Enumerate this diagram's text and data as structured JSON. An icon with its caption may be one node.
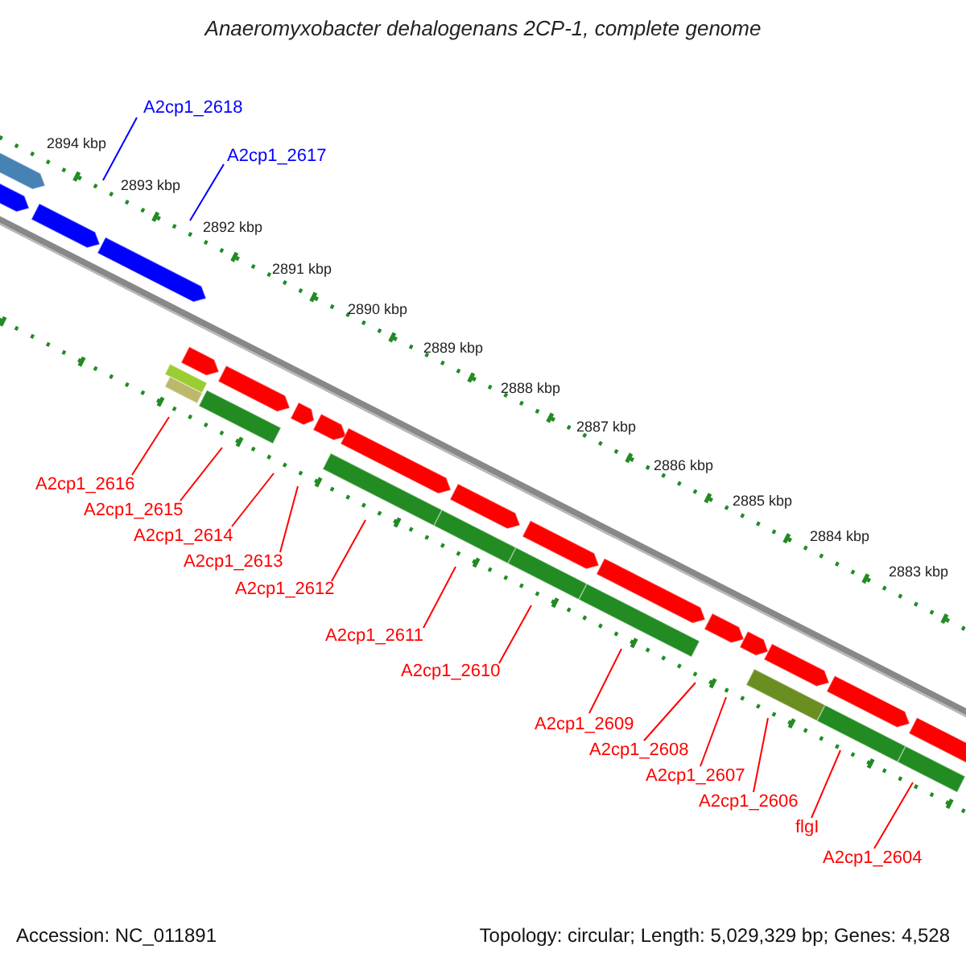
{
  "diagram": {
    "title": "Anaeromyxobacter dehalogenans 2CP-1, complete genome",
    "nodes": [
      {
        "text": [
          "A2cp1_2618"
        ]
      },
      {
        "text": [
          "A2cp1_2617"
        ]
      },
      {
        "text": [
          "A2cp1_2616"
        ]
      },
      {
        "text": [
          "A2cp1_2615"
        ]
      },
      {
        "text": [
          "A2cp1_2614"
        ]
      },
      {
        "text": [
          "A2cp1_2613"
        ]
      },
      {
        "text": [
          "A2cp1_2612"
        ]
      },
      {
        "text": [
          "A2cp1_2611"
        ]
      },
      {
        "text": [
          "A2cp1_2610"
        ]
      },
      {
        "text": [
          "A2cp1_2609"
        ]
      },
      {
        "text": [
          "A2cp1_2608"
        ]
      },
      {
        "text": [
          "A2cp1_2607"
        ]
      },
      {
        "text": [
          "A2cp1_2606"
        ]
      },
      {
        "text": [
          "flgI"
        ]
      },
      {
        "text": [
          "A2cp1_2604"
        ]
      }
    ],
    "edges": [
      {
        "from": 0,
        "to": null,
        "arrow": "none",
        "color": "#0000ff"
      },
      {
        "from": 1,
        "to": null,
        "arrow": "none",
        "color": "#0000ff"
      },
      {
        "from": 2,
        "to": null,
        "arrow": "none"
      },
      {
        "from": 3,
        "to": null,
        "arrow": "none"
      },
      {
        "from": 4,
        "to": null,
        "arrow": "none"
      },
      {
        "from": 5,
        "to": null,
        "arrow": "none"
      },
      {
        "from": 6,
        "to": null,
        "arrow": "none"
      },
      {
        "from": 7,
        "to": null,
        "arrow": "none"
      },
      {
        "from": 8,
        "to": null,
        "arrow": "none"
      },
      {
        "from": 9,
        "to": null,
        "arrow": "none"
      },
      {
        "from": 10,
        "to": null,
        "arrow": "none"
      },
      {
        "from": 11,
        "to": null,
        "arrow": "none"
      },
      {
        "from": 12,
        "to": null,
        "arrow": "none"
      },
      {
        "from": 13,
        "to": null,
        "arrow": "none"
      },
      {
        "from": 14,
        "to": null,
        "arrow": "none"
      }
    ],
    "labels": [
      "2894 kbp",
      "2893 kbp",
      "2892 kbp",
      "2891 kbp",
      "2890 kbp",
      "2889 kbp",
      "2888 kbp",
      "2887 kbp",
      "2886 kbp",
      "2885 kbp",
      "2884 kbp",
      "2883 kbp",
      "Accession: NC_011891",
      "Topology: circular; Length: 5,029,329 bp; Genes: 4,528"
    ]
  }
}
